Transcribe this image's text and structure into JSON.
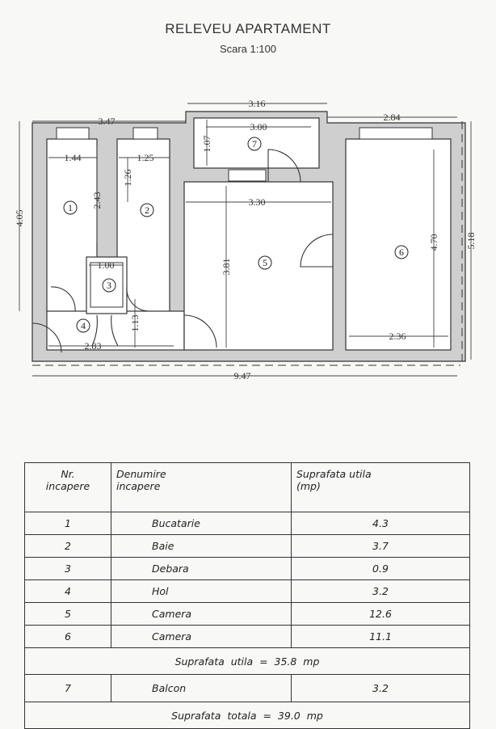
{
  "header": {
    "title": "RELEVEU APARTAMENT",
    "scale": "Scara 1:100"
  },
  "plan": {
    "dimensions": {
      "d347": "3.47",
      "d316": "3.16",
      "d284": "2.84",
      "d300": "3.00",
      "d107": "1.07",
      "d144": "1.44",
      "d125": "1.25",
      "d126": "1.26",
      "d243": "2.43",
      "d405": "4.05",
      "d330": "3.30",
      "d381": "3.81",
      "d470": "4.70",
      "d518": "5.18",
      "d100": "1.00",
      "d113": "1.13",
      "d283": "2.83",
      "d236": "2.36",
      "d947": "9.47"
    },
    "rooms": [
      "1",
      "2",
      "3",
      "4",
      "5",
      "6",
      "7"
    ]
  },
  "table": {
    "headers": [
      "Nr.\nincapere",
      "Denumire\nincapere",
      "Suprafata  utila\n(mp)"
    ],
    "rows": [
      {
        "nr": "1",
        "name": "Bucatarie",
        "area": "4.3"
      },
      {
        "nr": "2",
        "name": "Baie",
        "area": "3.7"
      },
      {
        "nr": "3",
        "name": "Debara",
        "area": "0.9"
      },
      {
        "nr": "4",
        "name": "Hol",
        "area": "3.2"
      },
      {
        "nr": "5",
        "name": "Camera",
        "area": "12.6"
      },
      {
        "nr": "6",
        "name": "Camera",
        "area": "11.1"
      }
    ],
    "subtotal": "Suprafata  utila  =  35.8  mp",
    "balcony": {
      "nr": "7",
      "name": "Balcon",
      "area": "3.2"
    },
    "total": "Suprafata  totala  =  39.0  mp"
  }
}
